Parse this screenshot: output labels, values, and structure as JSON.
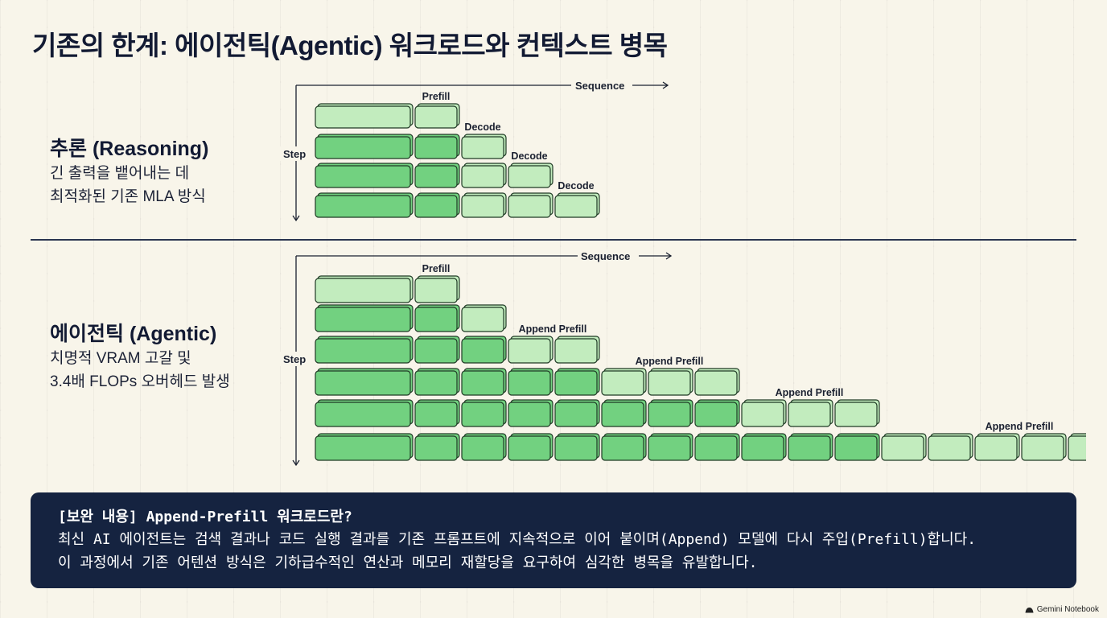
{
  "title": "기존의 한계: 에이전틱(Agentic) 워크로드와 컨텍스트 병목",
  "reasoning": {
    "heading": "추론 (Reasoning)",
    "desc": "긴 출력을 뱉어내는 데\n최적화된 기존 MLA 방식",
    "seq_label": "Sequence",
    "step_label": "Step",
    "stage_labels": [
      "Prefill",
      "Decode",
      "Decode",
      "Decode"
    ]
  },
  "agentic": {
    "heading": "에이전틱 (Agentic)",
    "desc": "치명적 VRAM 고갈 및\n3.4배 FLOPs 오버헤드 발생",
    "seq_label": "Sequence",
    "step_label": "Step",
    "stage_labels": [
      "Prefill",
      "Append Prefill",
      "Append Prefill",
      "Append Prefill",
      "Append Prefill"
    ]
  },
  "info": {
    "title": "[보완 내용] Append-Prefill 워크로드란?",
    "line1": "최신 AI 에이전트는 검색 결과나 코드 실행 결과를 기존 프롬프트에 지속적으로 이어 붙이며(Append) 모델에 다시 주입(Prefill)합니다.",
    "line2": "이 과정에서 기존 어텐션 방식은 기하급수적인 연산과 메모리 재할당을 요구하여 심각한 병목을 유발합니다."
  },
  "brand": "Gemini Notebook",
  "colors": {
    "old_fill": "#72d180",
    "new_fill": "#c2ecbe",
    "stroke": "#1f3a25",
    "box_bg": "#152340"
  }
}
